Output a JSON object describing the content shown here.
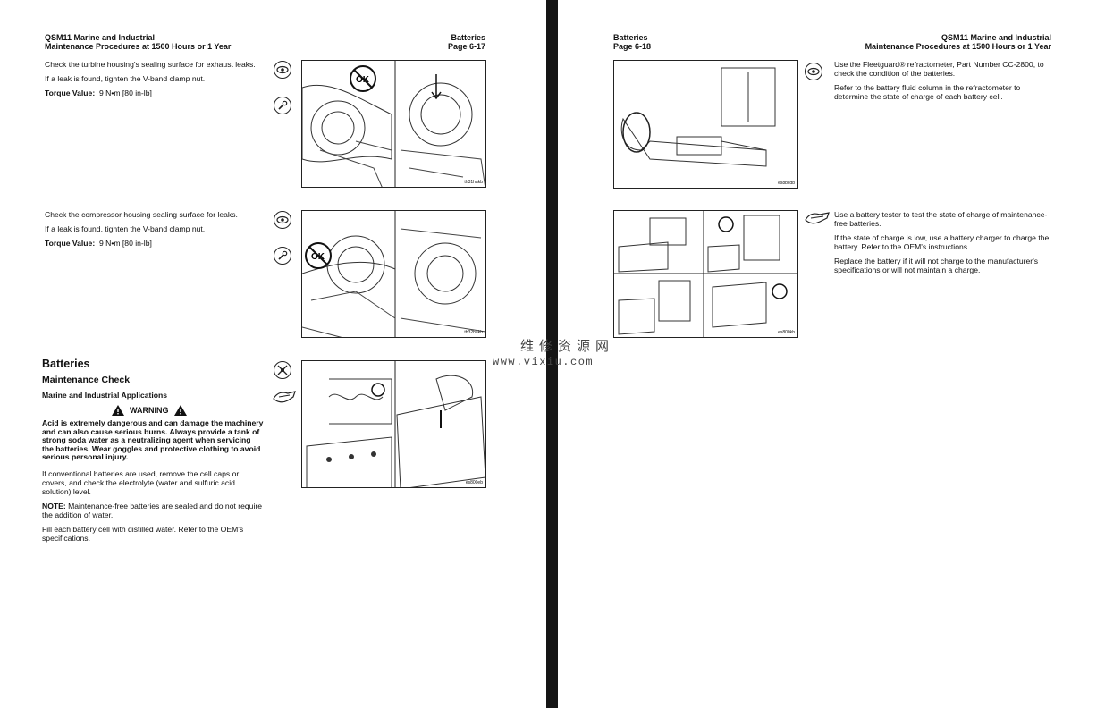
{
  "left_page": {
    "header": {
      "left_line1": "QSM11 Marine and Industrial",
      "left_line2": "Maintenance Procedures at 1500 Hours or 1 Year",
      "right_line1": "Batteries",
      "right_line2": "Page 6-17"
    },
    "section1": {
      "p1": "Check the turbine housing's sealing surface for exhaust leaks.",
      "p2": "If a leak is found, tighten the V-band clamp nut.",
      "torque_label": "Torque Value:",
      "torque_value": "9 N•m   [80 in-lb]",
      "fig_code": "th31hakb"
    },
    "section2": {
      "p1": "Check the compressor housing sealing surface for leaks.",
      "p2": "If a leak is found, tighten the V-band clamp nut.",
      "torque_label": "Torque Value:",
      "torque_value": "9 N•m   [80 in-lb]",
      "fig_code": "tb32hakb"
    },
    "batteries": {
      "title": "Batteries",
      "subtitle": "Maintenance Check",
      "applications": "Marine and Industrial Applications",
      "warning_label": "WARNING",
      "warning_text": "Acid is extremely dangerous and can damage the machinery and can also cause serious burns. Always provide a tank of strong soda water as a neutralizing agent when servicing the batteries. Wear goggles and protective clothing to avoid serious personal injury.",
      "p1": "If conventional batteries are used, remove the cell caps or covers, and check the electrolyte (water and sulfuric acid solution) level.",
      "note_label": "NOTE:",
      "note_text": " Maintenance-free batteries are sealed and do not require the addition of water.",
      "p2": "Fill each battery cell with distilled water. Refer to the OEM's specifications.",
      "fig_code": "es800eb"
    }
  },
  "right_page": {
    "header": {
      "left_line1": "Batteries",
      "left_line2": "Page 6-18",
      "right_line1": "QSM11 Marine and Industrial",
      "right_line2": "Maintenance Procedures at 1500 Hours or 1 Year"
    },
    "section1": {
      "p1": "Use the Fleetguard® refractometer, Part Number CC-2800, to check the condition of the batteries.",
      "p2": "Refer to the battery fluid column in the refractometer to determine the state of charge of each battery cell.",
      "fig_code": "es8bcdb"
    },
    "section2": {
      "p1": "Use a battery tester to test the state of charge of maintenance-free batteries.",
      "p2": "If the state of charge is low, use a battery charger to charge the battery. Refer to the OEM's instructions.",
      "p3": "Replace the battery if it will not charge to the manufacturer's specifications or will not maintain a charge.",
      "fig_code": "es800kb"
    }
  },
  "watermark": {
    "line1": "维修资源网",
    "line2": "www.vixiu.com"
  },
  "icons": {
    "inspect": "eye-icon",
    "wrench": "wrench-icon",
    "tools": "tools-icon",
    "glove": "glove-icon"
  }
}
